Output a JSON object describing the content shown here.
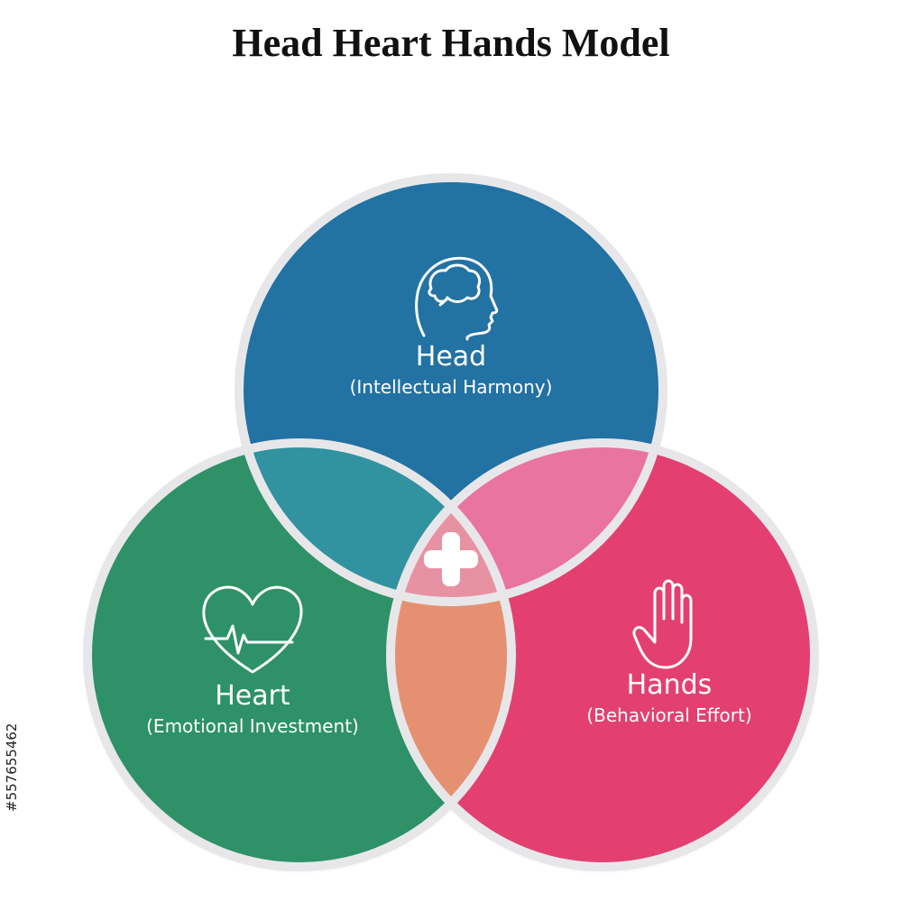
{
  "title": "Head Heart Hands Model",
  "circles": [
    {
      "key": "head",
      "name": "Head",
      "subtitle": "(Intellectual Harmony)",
      "icon": "head-brain-icon",
      "color": "#2272a3"
    },
    {
      "key": "heart",
      "name": "Heart",
      "subtitle": "(Emotional Investment)",
      "icon": "heart-pulse-icon",
      "color": "#2f9167"
    },
    {
      "key": "hands",
      "name": "Hands",
      "subtitle": "(Behavioral Effort)",
      "icon": "raised-hand-icon",
      "color": "#e33f71"
    }
  ],
  "overlaps": {
    "head_heart": "#30939f",
    "head_hands": "#e9749f",
    "heart_hands": "#e59171",
    "center": "#e792a2"
  },
  "center_icon": "plus-icon",
  "ring_color": "#e7e7ea",
  "stock_id": "#557655462"
}
